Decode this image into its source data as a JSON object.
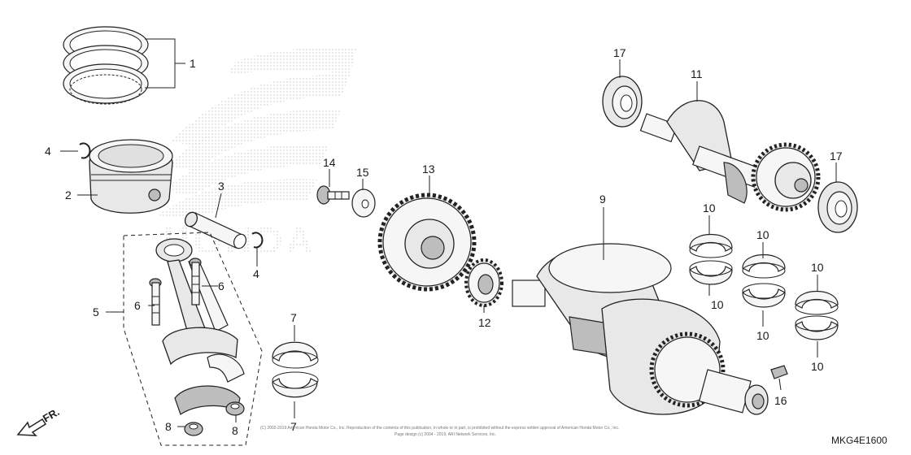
{
  "diagram": {
    "callouts": [
      {
        "id": "c1",
        "text": "1"
      },
      {
        "id": "c2",
        "text": "2"
      },
      {
        "id": "c3",
        "text": "3"
      },
      {
        "id": "c4a",
        "text": "4"
      },
      {
        "id": "c4b",
        "text": "4"
      },
      {
        "id": "c5",
        "text": "5"
      },
      {
        "id": "c6a",
        "text": "6"
      },
      {
        "id": "c6b",
        "text": "6"
      },
      {
        "id": "c7a",
        "text": "7"
      },
      {
        "id": "c7b",
        "text": "7"
      },
      {
        "id": "c8a",
        "text": "8"
      },
      {
        "id": "c8b",
        "text": "8"
      },
      {
        "id": "c9",
        "text": "9"
      },
      {
        "id": "c10a",
        "text": "10"
      },
      {
        "id": "c10b",
        "text": "10"
      },
      {
        "id": "c10c",
        "text": "10"
      },
      {
        "id": "c10d",
        "text": "10"
      },
      {
        "id": "c10e",
        "text": "10"
      },
      {
        "id": "c10f",
        "text": "10"
      },
      {
        "id": "c11",
        "text": "11"
      },
      {
        "id": "c12",
        "text": "12"
      },
      {
        "id": "c13",
        "text": "13"
      },
      {
        "id": "c14",
        "text": "14"
      },
      {
        "id": "c15",
        "text": "15"
      },
      {
        "id": "c16",
        "text": "16"
      },
      {
        "id": "c17a",
        "text": "17"
      },
      {
        "id": "c17b",
        "text": "17"
      }
    ],
    "front_label": "FR.",
    "diagram_code": "MKG4E1600",
    "watermark": "HONDA",
    "copyright_line1": "(C) 2002-2019 American Honda Motor Co., Inc. Reproduction of the contents of this publication, in whole or in part, is prohibited without the express written approval of American Honda Motor Co., Inc.",
    "copyright_line2": "Page design (c) 2004 - 2019, ARI Network Services, Inc."
  }
}
